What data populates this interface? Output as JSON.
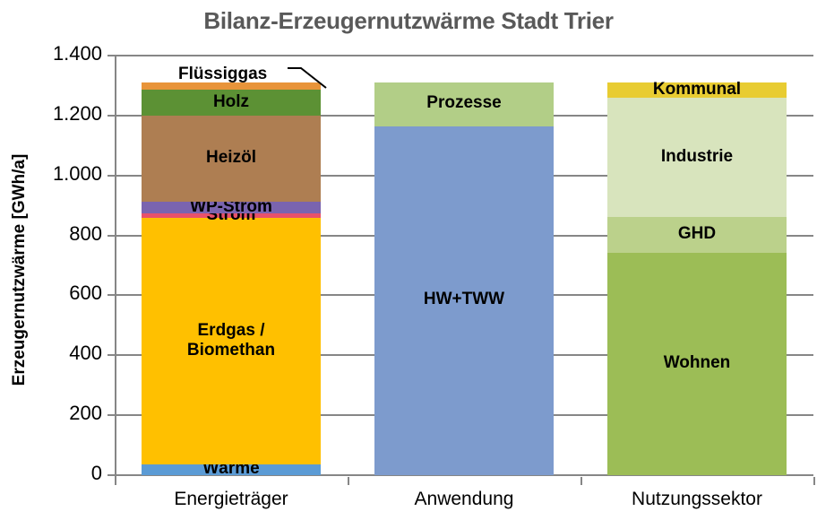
{
  "chart_data": {
    "type": "bar",
    "stacked": true,
    "title": "Bilanz-Erzeugernutzwärme Stadt Trier",
    "xlabel": "",
    "ylabel": "Erzeugernutzwärme [GWh/a]",
    "ylim": [
      0,
      1400
    ],
    "ytick_labels": [
      "1.400",
      "1.200",
      "1.000",
      "800",
      "600",
      "400",
      "200",
      "0"
    ],
    "ytick_values": [
      1400,
      1200,
      1000,
      800,
      600,
      400,
      200,
      0
    ],
    "grid": true,
    "legend": "none (segments labelled in place)",
    "units": "GWh/a",
    "categories": [
      "Energieträger",
      "Anwendung",
      "Nutzungssektor"
    ],
    "columns": [
      {
        "category": "Energieträger",
        "total": 1310,
        "segments": [
          {
            "name": "Wärme",
            "value": 36,
            "color": "#5B9BD5",
            "label_visible": true
          },
          {
            "name": "Erdgas / Biomethan",
            "value": 822,
            "color": "#FFC000",
            "label_visible": true,
            "label_lines": [
              "Erdgas /",
              "Biomethan"
            ]
          },
          {
            "name": "Strom",
            "value": 15,
            "color": "#E8516B",
            "label_visible": true
          },
          {
            "name": "WP-Strom",
            "value": 39,
            "color": "#7A64AF",
            "label_visible": true
          },
          {
            "name": "Heizöl",
            "value": 287,
            "color": "#AE7E52",
            "label_visible": true
          },
          {
            "name": "Holz",
            "value": 87,
            "color": "#5C9134",
            "label_visible": true
          },
          {
            "name": "Flüssiggas",
            "value": 24,
            "color": "#E8943A",
            "label_visible": false
          }
        ]
      },
      {
        "category": "Anwendung",
        "total": 1310,
        "segments": [
          {
            "name": "HW+TWW",
            "value": 1164,
            "color": "#7D9BCD",
            "label_visible": true
          },
          {
            "name": "Prozesse",
            "value": 146,
            "color": "#B2CE87",
            "label_visible": true
          }
        ]
      },
      {
        "category": "Nutzungssektor",
        "total": 1310,
        "segments": [
          {
            "name": "Wohnen",
            "value": 742,
            "color": "#9CBD56",
            "label_visible": true
          },
          {
            "name": "GHD",
            "value": 119,
            "color": "#BBD18B",
            "label_visible": true
          },
          {
            "name": "Industrie",
            "value": 397,
            "color": "#D8E4BD",
            "label_visible": true
          },
          {
            "name": "Kommunal",
            "value": 52,
            "color": "#E8CC32",
            "label_visible": true
          }
        ]
      }
    ],
    "annotations": [
      {
        "name": "fluessiggas-callout",
        "text": "Flüssiggas",
        "points_to": "Flüssiggas segment of Energieträger bar"
      }
    ],
    "colors": {
      "title": "#595959",
      "axis": "#868686",
      "text": "#000000",
      "background": "#FFFFFF"
    }
  }
}
